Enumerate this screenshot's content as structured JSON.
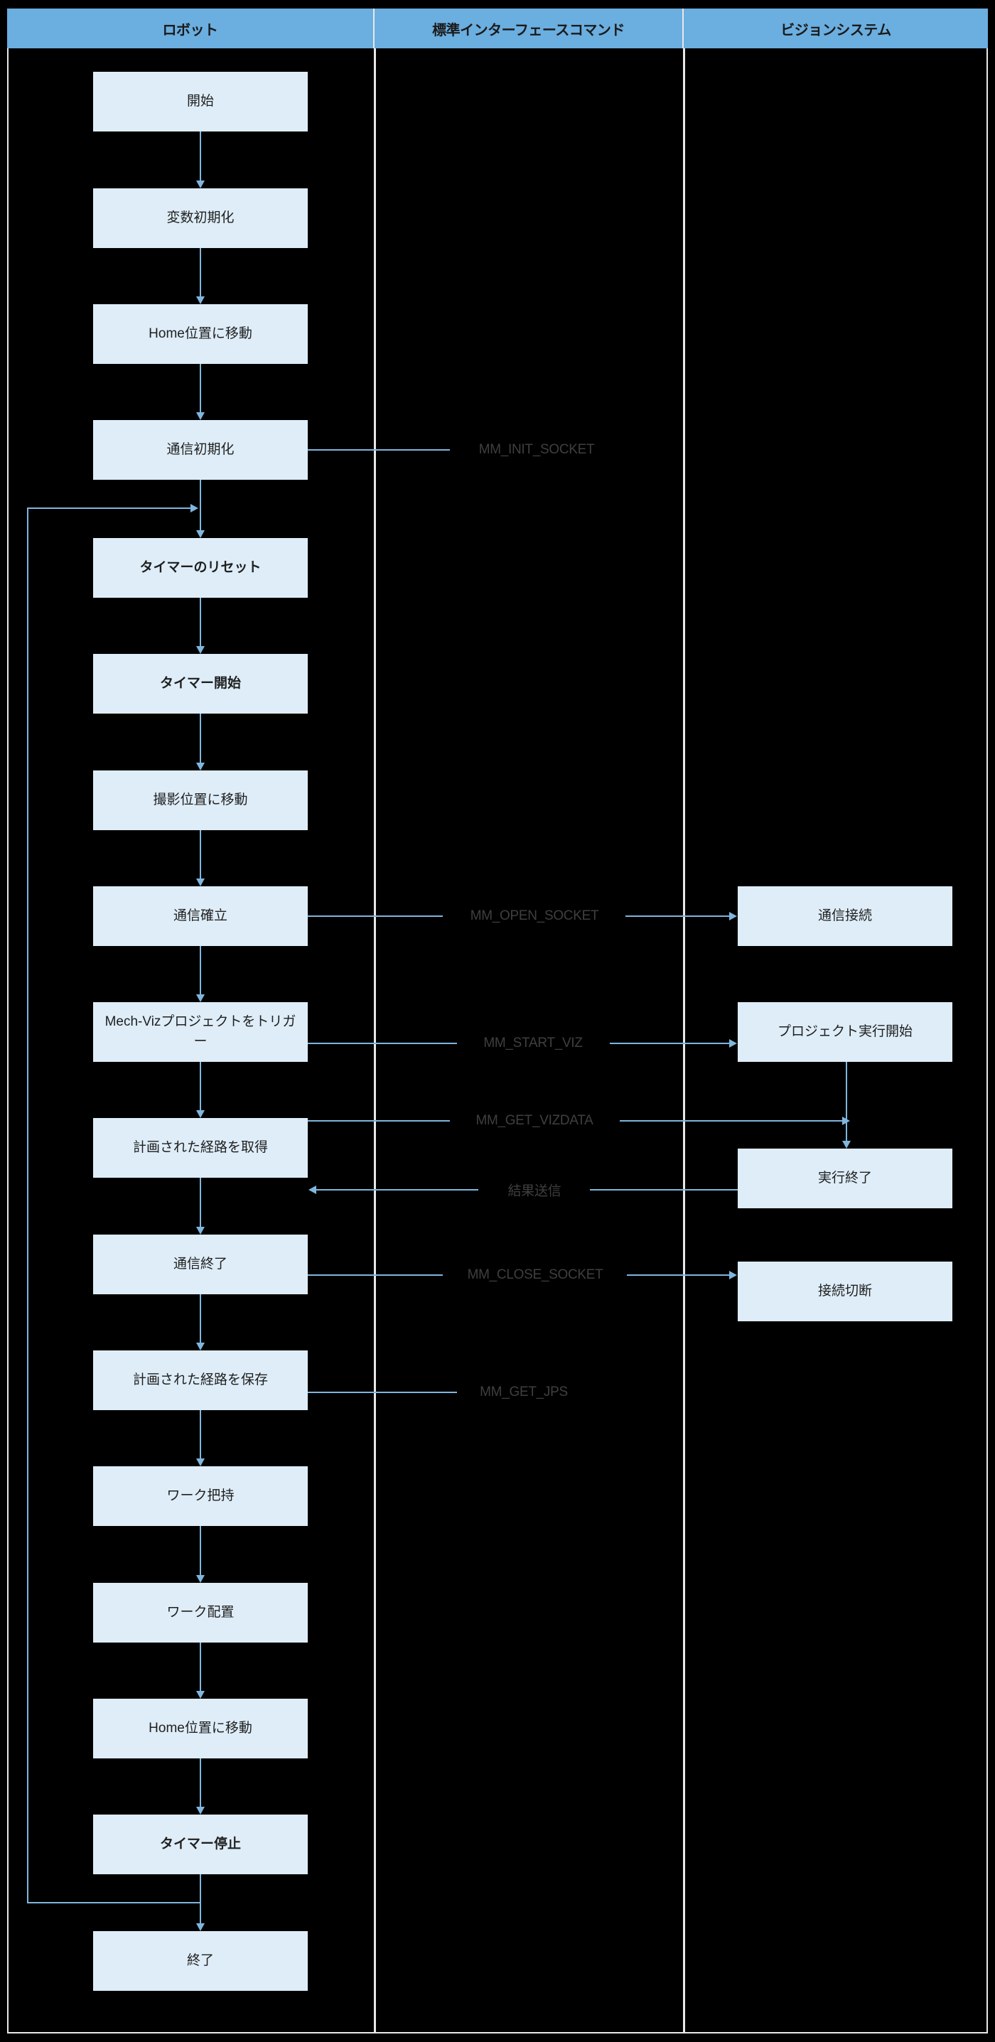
{
  "diagram": {
    "type": "swimlane-flowchart",
    "title": "",
    "lanes": [
      {
        "id": "robot",
        "label": "ロボット"
      },
      {
        "id": "command",
        "label": "標準インターフェースコマンド"
      },
      {
        "id": "vision",
        "label": "ビジョンシステム"
      }
    ],
    "colors": {
      "lane_header_bg": "#6BAEE0",
      "node_fill": "#DEEDF8",
      "connector": "#7FB6DE",
      "background": "#000000",
      "frame": "#E8E8E8",
      "node_text": "#1F1F1F",
      "label_text": "#3F3F3F"
    },
    "robot_nodes": [
      {
        "id": "r1",
        "label": "開始",
        "bold": false
      },
      {
        "id": "r2",
        "label": "変数初期化",
        "bold": false
      },
      {
        "id": "r3",
        "label": "Home位置に移動",
        "bold": false
      },
      {
        "id": "r4",
        "label": "通信初期化",
        "bold": false
      },
      {
        "id": "r5",
        "label": "タイマーのリセット",
        "bold": true
      },
      {
        "id": "r6",
        "label": "タイマー開始",
        "bold": true
      },
      {
        "id": "r7",
        "label": "撮影位置に移動",
        "bold": false
      },
      {
        "id": "r8",
        "label": "通信確立",
        "bold": false
      },
      {
        "id": "r9",
        "label": "Mech-Vizプロジェクトをトリガー",
        "bold": false
      },
      {
        "id": "r10",
        "label": "計画された経路を取得",
        "bold": false
      },
      {
        "id": "r11",
        "label": "通信終了",
        "bold": false
      },
      {
        "id": "r12",
        "label": "計画された経路を保存",
        "bold": false
      },
      {
        "id": "r13",
        "label": "ワーク把持",
        "bold": false
      },
      {
        "id": "r14",
        "label": "ワーク配置",
        "bold": false
      },
      {
        "id": "r15",
        "label": "Home位置に移動",
        "bold": false
      },
      {
        "id": "r16",
        "label": "タイマー停止",
        "bold": true
      },
      {
        "id": "r17",
        "label": "終了",
        "bold": false
      }
    ],
    "vision_nodes": [
      {
        "id": "v1",
        "label": "通信接続"
      },
      {
        "id": "v2",
        "label": "プロジェクト実行開始"
      },
      {
        "id": "v3",
        "label": "実行終了"
      },
      {
        "id": "v4",
        "label": "接続切断"
      }
    ],
    "messages": [
      {
        "id": "m1",
        "label": "MM_INIT_SOCKET",
        "from": "r4",
        "to": null,
        "direction": "right"
      },
      {
        "id": "m2",
        "label": "MM_OPEN_SOCKET",
        "from": "r8",
        "to": "v1",
        "direction": "right"
      },
      {
        "id": "m3",
        "label": "MM_START_VIZ",
        "from": "r9",
        "to": "v2",
        "direction": "right"
      },
      {
        "id": "m4",
        "label": "MM_GET_VIZDATA",
        "from": "r10",
        "to": "v2",
        "direction": "right"
      },
      {
        "id": "m5",
        "label": "結果送信",
        "from": "v3",
        "to": "r10",
        "direction": "left"
      },
      {
        "id": "m6",
        "label": "MM_CLOSE_SOCKET",
        "from": "r11",
        "to": "v4",
        "direction": "right"
      },
      {
        "id": "m7",
        "label": "MM_GET_JPS",
        "from": "r12",
        "to": null,
        "direction": "right"
      }
    ],
    "loop": {
      "label": "",
      "from": "r16",
      "to": "r5",
      "description": "タイマー停止から タイマーのリセット へ戻るループ"
    }
  }
}
